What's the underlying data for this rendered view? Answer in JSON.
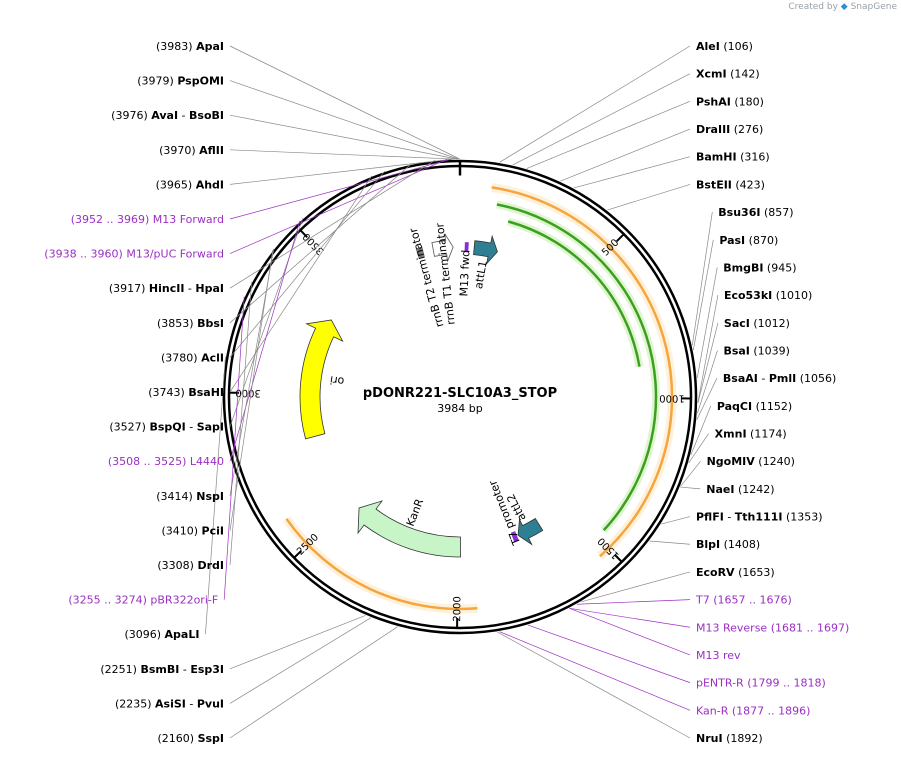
{
  "credit": {
    "prefix": "Created by",
    "brand": "SnapGene"
  },
  "plasmid": {
    "name": "pDONR221-SLC10A3_STOP",
    "size": "3984 bp",
    "length": 3984
  },
  "ticks": [
    {
      "bp": 500,
      "label": "500"
    },
    {
      "bp": 1000,
      "label": "1000"
    },
    {
      "bp": 1500,
      "label": "1500"
    },
    {
      "bp": 2000,
      "label": "2000"
    },
    {
      "bp": 2500,
      "label": "2500"
    },
    {
      "bp": 3000,
      "label": "3000"
    },
    {
      "bp": 3500,
      "label": "3500"
    }
  ],
  "features": [
    {
      "name": "attL1",
      "label": "attL1",
      "start": 60,
      "end": 160,
      "color": "#2e7f93",
      "kind": "arrow"
    },
    {
      "name": "M13 fwd",
      "label": "M13 fwd",
      "start": 20,
      "end": 36,
      "color": "#8a2bd6",
      "kind": "small"
    },
    {
      "name": "rrnB T1 terminator",
      "label": "rrnB T1 terminator",
      "start": 3870,
      "end": 3955,
      "color": "#ffffff",
      "kind": "arrow"
    },
    {
      "name": "rrnB T2 terminator",
      "label": "rrnB T2 terminator",
      "start": 3800,
      "end": 3828,
      "color": "#ffffff",
      "kind": "small"
    },
    {
      "name": "ori",
      "label": "ori",
      "start": 2820,
      "end": 3330,
      "color": "#ffff00",
      "kind": "arrow"
    },
    {
      "name": "KanR",
      "label": "KanR",
      "start": 1990,
      "end": 2460,
      "color": "#c8f5c8",
      "kind": "arrow"
    },
    {
      "name": "attL2",
      "label": "attL2",
      "start": 1640,
      "end": 1740,
      "color": "#2e7f93",
      "kind": "arrow"
    },
    {
      "name": "T7 promoter",
      "label": "T7 promoter",
      "start": 1745,
      "end": 1765,
      "color": "#8a2bd6",
      "kind": "small"
    }
  ],
  "sites": [
    {
      "name": "PspOMI",
      "pos": "(3979)",
      "bp": 3979
    },
    {
      "name": "ApaI",
      "pos": "(3983)",
      "bp": 3983
    },
    {
      "name": "AvaI",
      "name2": "BsoBI",
      "pos": "(3976)",
      "bp": 3976
    },
    {
      "name": "AflII",
      "pos": "(3970)",
      "bp": 3970
    },
    {
      "name": "AhdI",
      "pos": "(3965)",
      "bp": 3965
    },
    {
      "name": "AleI",
      "pos": "(106)",
      "bp": 106
    },
    {
      "name": "XcmI",
      "pos": "(142)",
      "bp": 142
    },
    {
      "name": "PshAI",
      "pos": "(180)",
      "bp": 180
    },
    {
      "name": "DraIII",
      "pos": "(276)",
      "bp": 276
    },
    {
      "name": "BamHI",
      "pos": "(316)",
      "bp": 316
    },
    {
      "name": "BstEII",
      "pos": "(423)",
      "bp": 423
    },
    {
      "name": "HincII",
      "name2": "HpaI",
      "pos": "(3917)",
      "bp": 3917
    },
    {
      "name": "BbsI",
      "pos": "(3853)",
      "bp": 3853
    },
    {
      "name": "AclI",
      "pos": "(3780)",
      "bp": 3780
    },
    {
      "name": "BsaHI",
      "pos": "(3743)",
      "bp": 3743
    },
    {
      "name": "BspQI",
      "name2": "SapI",
      "pos": "(3527)",
      "bp": 3527
    },
    {
      "name": "NspI",
      "pos": "(3414)",
      "bp": 3414
    },
    {
      "name": "PciI",
      "pos": "(3410)",
      "bp": 3410
    },
    {
      "name": "DrdI",
      "pos": "(3308)",
      "bp": 3308
    },
    {
      "name": "ApaLI",
      "pos": "(3096)",
      "bp": 3096
    },
    {
      "name": "Bsu36I",
      "pos": "(857)",
      "bp": 857
    },
    {
      "name": "PasI",
      "pos": "(870)",
      "bp": 870
    },
    {
      "name": "BmgBI",
      "pos": "(945)",
      "bp": 945
    },
    {
      "name": "Eco53kI",
      "pos": "(1010)",
      "bp": 1010
    },
    {
      "name": "SacI",
      "pos": "(1012)",
      "bp": 1012
    },
    {
      "name": "BsaI",
      "pos": "(1039)",
      "bp": 1039
    },
    {
      "name": "BsaAI",
      "name2": "PmlI",
      "pos": "(1056)",
      "bp": 1056
    },
    {
      "name": "PaqCI",
      "pos": "(1152)",
      "bp": 1152
    },
    {
      "name": "XmnI",
      "pos": "(1174)",
      "bp": 1174
    },
    {
      "name": "NgoMIV",
      "pos": "(1240)",
      "bp": 1240
    },
    {
      "name": "NaeI",
      "pos": "(1242)",
      "bp": 1242
    },
    {
      "name": "PflFI",
      "name2": "Tth111I",
      "pos": "(1353)",
      "bp": 1353
    },
    {
      "name": "BlpI",
      "pos": "(1408)",
      "bp": 1408
    },
    {
      "name": "EcoRV",
      "pos": "(1653)",
      "bp": 1653
    },
    {
      "name": "NruI",
      "pos": "(1892)",
      "bp": 1892
    },
    {
      "name": "SspI",
      "pos": "(2160)",
      "bp": 2160
    },
    {
      "name": "AsiSI",
      "name2": "PvuI",
      "pos": "(2235)",
      "bp": 2235
    },
    {
      "name": "BsmBI",
      "name2": "Esp3I",
      "pos": "(2251)",
      "bp": 2251
    }
  ],
  "primers": [
    {
      "name": "M13 Forward",
      "pos": "(3952 .. 3969)",
      "bp": 3960
    },
    {
      "name": "M13/pUC Forward",
      "pos": "(3938 .. 3960)",
      "bp": 3949
    },
    {
      "name": "L4440",
      "pos": "(3508 .. 3525)",
      "bp": 3516
    },
    {
      "name": "pBR322ori-F",
      "pos": "(3255 .. 3274)",
      "bp": 3264
    },
    {
      "name": "T7",
      "pos": "(1657 .. 1676)",
      "bp": 1666
    },
    {
      "name": "M13 Reverse",
      "pos": "(1681 .. 1697)",
      "bp": 1689
    },
    {
      "name": "pENTR-R",
      "pos": "(1799 .. 1818)",
      "bp": 1808
    },
    {
      "name": "Kan-R",
      "pos": "(1877 .. 1896)",
      "bp": 1886
    },
    {
      "name": "M13 rev",
      "pos": "",
      "bp": 1689
    }
  ],
  "colors": {
    "primer": "#9b2fc4",
    "ring": "#000000",
    "orange": "#f4a540",
    "green": "#3aa01e"
  }
}
